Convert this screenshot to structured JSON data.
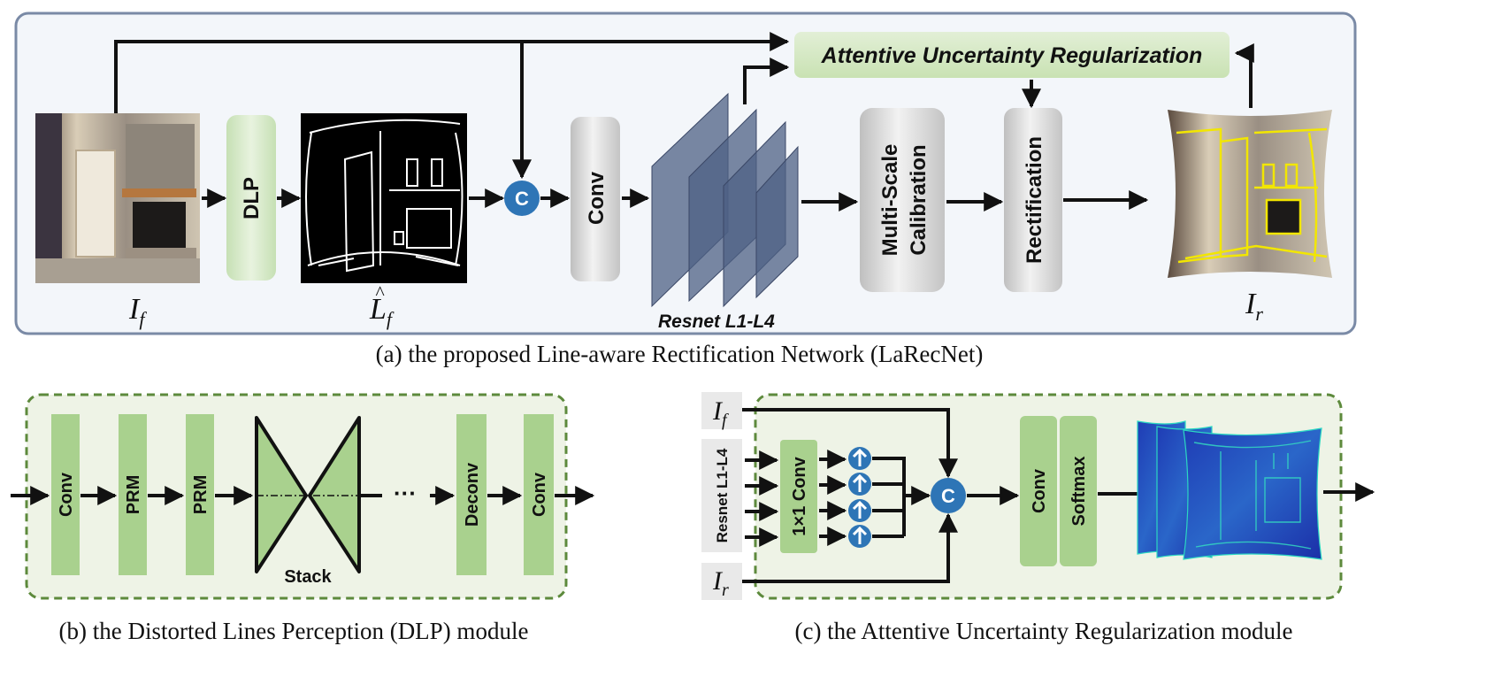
{
  "panel_a": {
    "aur_label": "Attentive Uncertainty Regularization",
    "dlp_label": "DLP",
    "conv_label": "Conv",
    "concat_label": "C",
    "resnet_label": "Resnet L1-L4",
    "msc_line1": "Multi-Scale",
    "msc_line2": "Calibration",
    "rect_label": "Rectification",
    "input_symbol": "I",
    "input_sub": "f",
    "line_symbol": "L",
    "line_hat": "^",
    "line_sub": "f",
    "output_symbol": "I",
    "output_sub": "r",
    "caption": "(a) the proposed Line-aware Rectification Network (LaRecNet)"
  },
  "panel_b": {
    "blocks": [
      "Conv",
      "PRM",
      "PRM",
      "Deconv",
      "Conv"
    ],
    "stack_label": "Stack",
    "ellipsis": "···",
    "caption": "(b) the Distorted Lines Perception (DLP) module"
  },
  "panel_c": {
    "input_if_symbol": "I",
    "input_if_sub": "f",
    "input_resnet": "Resnet L1-L4",
    "input_ir_symbol": "I",
    "input_ir_sub": "r",
    "conv1x1_label": "1×1 Conv",
    "concat_label": "C",
    "conv_label": "Conv",
    "softmax_label": "Softmax",
    "caption": "(c) the Attentive Uncertainty Regularization module"
  },
  "colors": {
    "panel_border": "#7a8aa6",
    "panel_fill": "#f3f6fa",
    "dashed_border": "#5d8a3c",
    "dashed_fill": "#eef3e6",
    "green_block": "#a9d18e",
    "aur_fill": "#d5e8c4",
    "concat_circle": "#2e75b6",
    "resnet_layer": "#4e6084",
    "gray_block": "#d0d0d0",
    "highlight_lines": "#f2e600"
  }
}
